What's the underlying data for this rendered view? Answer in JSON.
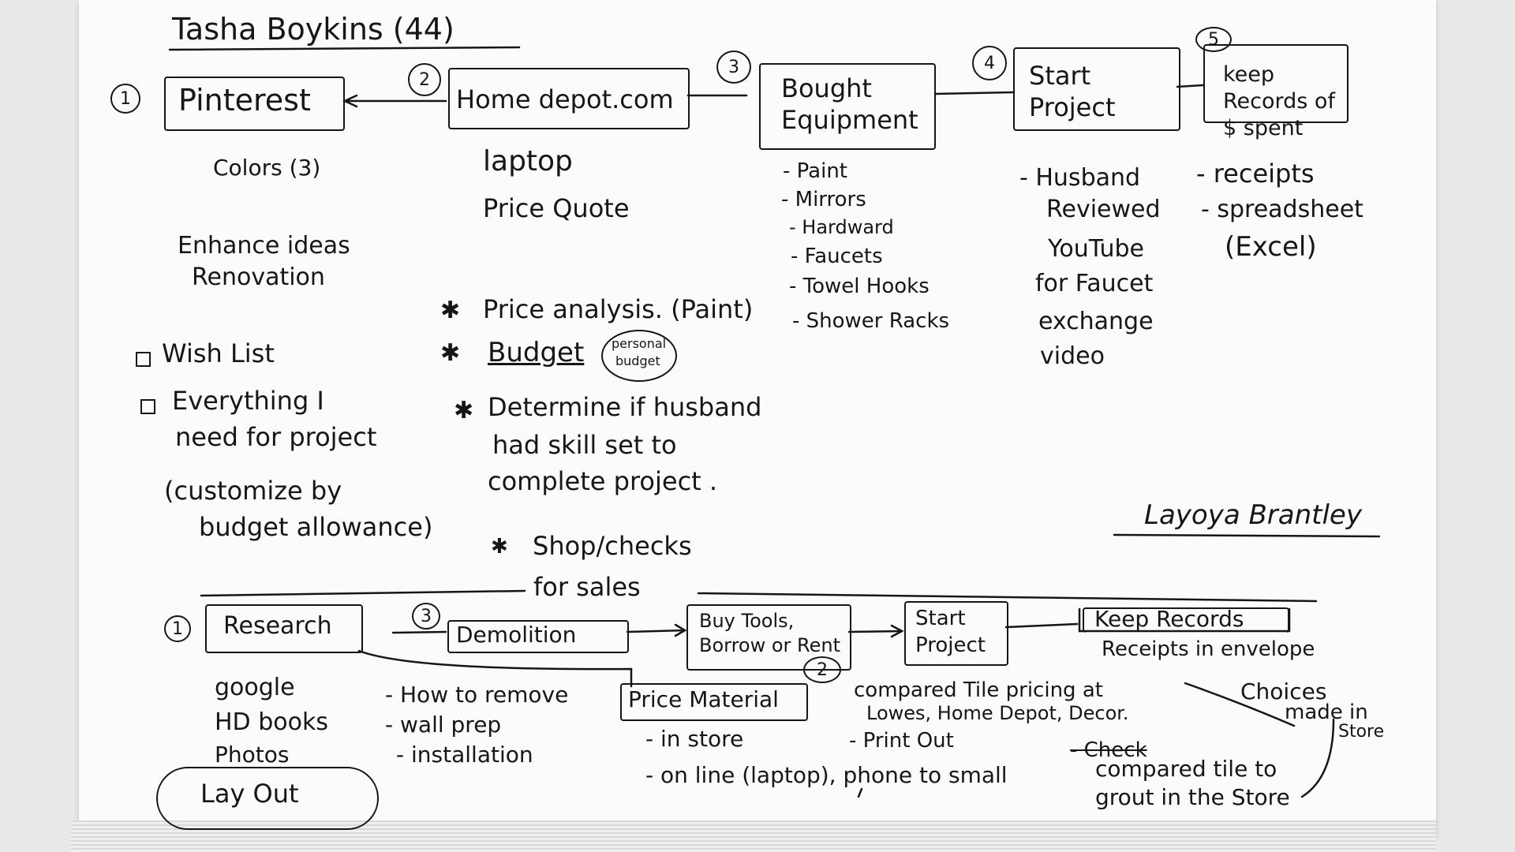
{
  "title": "Tasha Boykins (44)",
  "signature": "Layoya Brantley",
  "top_flow": {
    "steps": [
      {
        "num": "1",
        "label": "Pinterest"
      },
      {
        "num": "2",
        "label": "Home depot.com"
      },
      {
        "num": "3",
        "label": "Bought Equipment"
      },
      {
        "num": "4",
        "label": "Start Project"
      },
      {
        "num": "5",
        "label": "keep Records of $ spent"
      }
    ],
    "pinterest_notes": [
      "Colors (3)",
      "Enhance ideas",
      "Renovation"
    ],
    "checklist": [
      "Wish List",
      "Everything I",
      "need for project"
    ],
    "customize_note": [
      "(customize by",
      "budget allowance)"
    ],
    "homedepot_notes": [
      "laptop",
      "Price Quote"
    ],
    "stars": [
      "Price analysis. (Paint)",
      "Budget",
      "Determine if husband",
      "had skill set to",
      "complete project .",
      "Shop/checks",
      "for sales"
    ],
    "budget_note": [
      "personal",
      "budget"
    ],
    "equipment_items": [
      "- Paint",
      "- Mirrors",
      "- Hardward",
      "- Faucets",
      "- Towel Hooks",
      "- Shower Racks"
    ],
    "start_notes": [
      "- Husband",
      "Reviewed",
      "YouTube",
      "for Faucet",
      "exchange",
      "video"
    ],
    "records_notes": [
      "- receipts",
      "- spreadsheet",
      "(Excel)"
    ]
  },
  "bottom_flow": {
    "steps": [
      {
        "num": "1",
        "label": "Research"
      },
      {
        "num": "3",
        "label": "Demolition"
      },
      {
        "num": "",
        "label": "Buy Tools, Borrow or Rent"
      },
      {
        "num": "",
        "label": "Start Project"
      },
      {
        "num": "",
        "label": "Keep Records"
      }
    ],
    "price_step": {
      "num": "2",
      "label": "Price Material"
    },
    "research_notes": [
      "google",
      "HD books",
      "Photos"
    ],
    "layout_label": "Lay Out",
    "demolition_notes": [
      "- How to remove",
      "- wall prep",
      "- installation"
    ],
    "price_notes": [
      "- in store",
      "- on line (laptop), phone to small"
    ],
    "compare_notes": [
      "compared Tile pricing at",
      "Lowes, Home Depot, Decor.",
      "- Print Out"
    ],
    "records_note": "Receipts in envelope",
    "choices_note": [
      "Choices",
      "made in",
      "Store"
    ],
    "tile_notes": [
      "- Check",
      "compared tile to",
      "grout in the Store"
    ]
  }
}
